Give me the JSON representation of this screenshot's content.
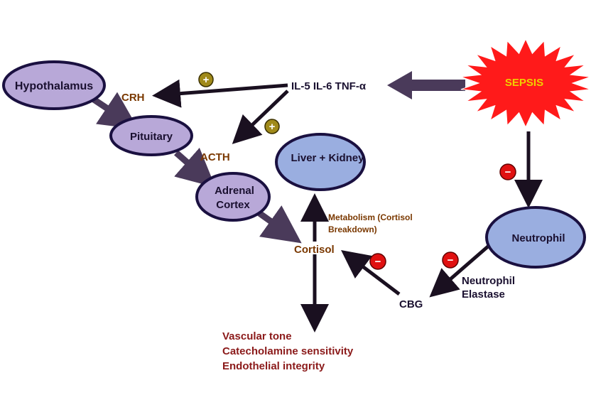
{
  "nodes": {
    "hypothalamus": "Hypothalamus",
    "pituitary": "Pituitary",
    "adrenal_line1": "Adrenal",
    "adrenal_line2": "Cortex",
    "liver_kidney": "Liver + Kidney",
    "neutrophil": "Neutrophil",
    "sepsis": "SEPSIS"
  },
  "labels": {
    "crh": "CRH",
    "acth": "ACTH",
    "cytokines": "IL-5 IL-6 TNF-α",
    "cortisol": "Cortisol",
    "metabolism_line1": "Metabolism (Cortisol",
    "metabolism_line2": "Breakdown)",
    "cbg": "CBG",
    "elastase_line1": "Neutrophil",
    "elastase_line2": "Elastase"
  },
  "effects": [
    "Vascular tone",
    "Catecholamine sensitivity",
    "Endothelial integrity"
  ],
  "signs": {
    "plus": "+",
    "minus": "−"
  },
  "colors": {
    "node_fill": "#b8a8d8",
    "node_fill_blue": "#9aaee0",
    "node_stroke": "#1a1040",
    "arrow_dark": "#1a1020",
    "arrow_purple": "#4a3a5a",
    "sepsis_fill": "#ff1a1a",
    "plus_badge": "#a08a1a",
    "minus_badge": "#e01010"
  }
}
